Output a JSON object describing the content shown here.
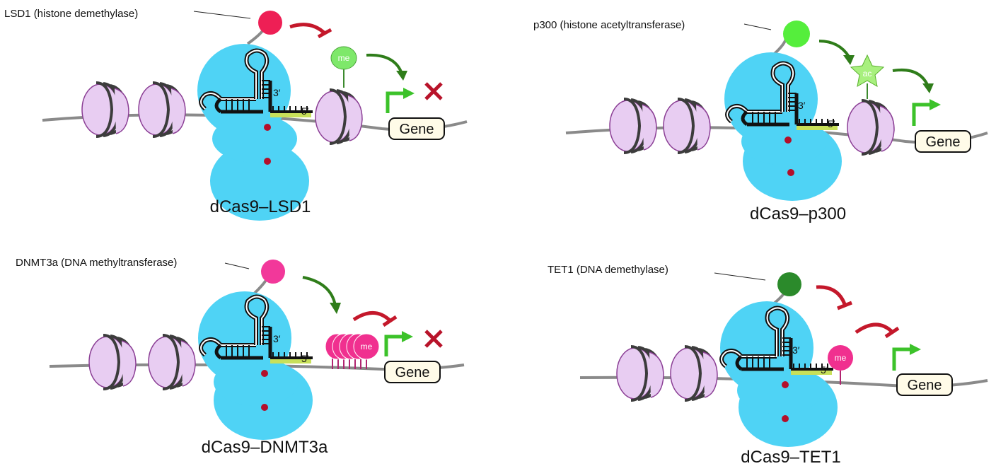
{
  "panels": [
    {
      "enzyme_label": "LSD1 (histone demethylase)",
      "caption": "dCas9–LSD1",
      "enzyme_color": "#ee1f55",
      "mark_label": "me",
      "mark_color": "#7ee86a",
      "mark_shape": "circle",
      "gene_state": "repressed"
    },
    {
      "enzyme_label": "p300 (histone acetyltransferase)",
      "caption": "dCas9–p300",
      "enzyme_color": "#55ee3c",
      "mark_label": "ac",
      "mark_color": "#a8f07e",
      "mark_shape": "star",
      "gene_state": "active"
    },
    {
      "enzyme_label": "DNMT3a (DNA methyltransferase)",
      "caption": "dCas9–DNMT3a",
      "enzyme_color": "#f2389a",
      "mark_label": "me",
      "mark_color": "#f0308f",
      "mark_shape": "stack",
      "gene_state": "repressed"
    },
    {
      "enzyme_label": "TET1 (DNA demethylase)",
      "caption": "dCas9–TET1",
      "enzyme_color": "#2b8a2b",
      "mark_label": "me",
      "mark_color": "#f0308f",
      "mark_shape": "lollipop",
      "gene_state": "active"
    }
  ],
  "common": {
    "gene_label": "Gene",
    "three_prime": "3′",
    "five_prime": "5′"
  },
  "colors": {
    "dcas9": "#4fd3f5",
    "nucleosome": "#e8cdf2",
    "nucleosome_edge": "#8b3f95",
    "dna": "#8a8a8a",
    "activation_arrow": "#2f7d1a",
    "inhibition": "#c4182b",
    "promoter_arrow": "#3cc22a",
    "cross": "#b8132a",
    "guide_seed": "#c8e05a"
  }
}
